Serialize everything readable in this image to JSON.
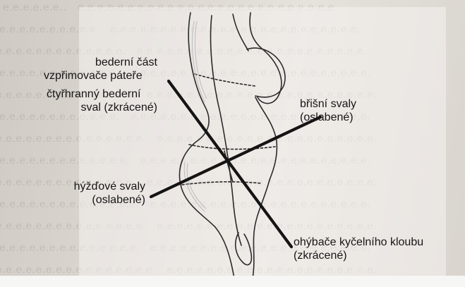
{
  "labels": {
    "lumbar_erector_line1": "bederní část",
    "lumbar_erector_line2": "vzpřimovače páteře",
    "quadratus_line1": "čtyřhranný bederní",
    "quadratus_line2": "sval (zkrácené)",
    "abdominal_line1": "břišní svaly",
    "abdominal_line2": "(oslabené)",
    "gluteal_line1": "hýžďové svaly",
    "gluteal_line2": "(oslabené)",
    "hip_flexors_line1": "ohýbače kyčelního kloubu",
    "hip_flexors_line2": "(zkrácené)"
  },
  "colors": {
    "line": "#141414",
    "figure_stroke": "#2a2a2a",
    "shading": "#bdbdbd"
  }
}
